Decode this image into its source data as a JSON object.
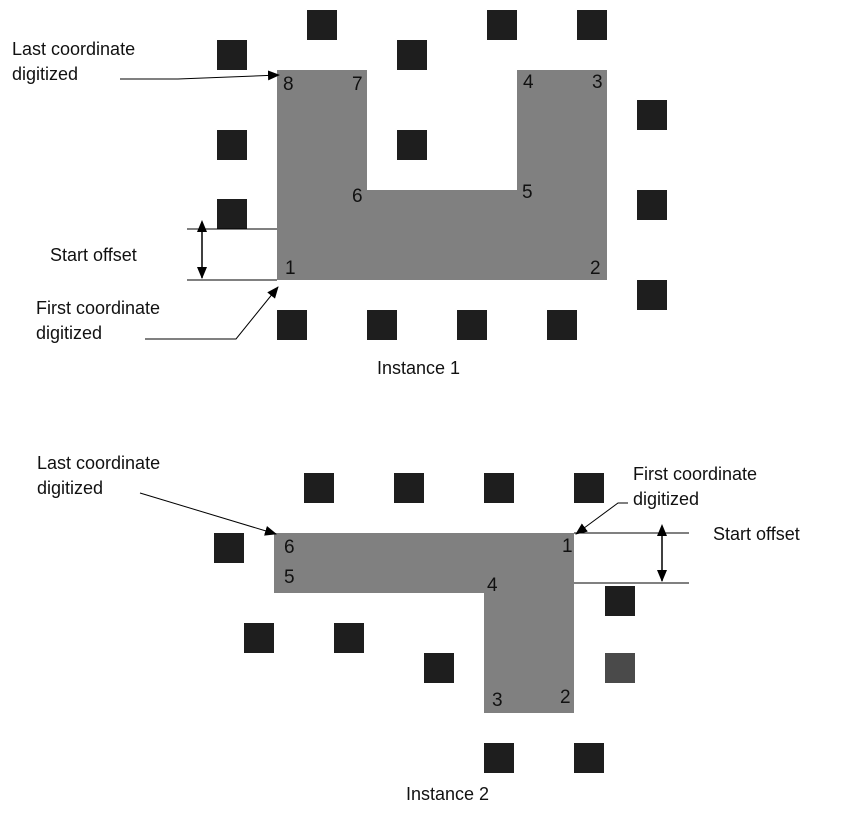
{
  "colors": {
    "shape_fill": "#808080",
    "block_fill": "#1e1e1e",
    "block_fill_alt": "#4a4a4a",
    "line": "#000000",
    "text": "#111111"
  },
  "instance1": {
    "caption": "Instance 1",
    "last_label_line1": "Last coordinate",
    "last_label_line2": "digitized",
    "first_label_line1": "First coordinate",
    "first_label_line2": "digitized",
    "offset_label": "Start offset",
    "vertices": [
      "1",
      "2",
      "3",
      "4",
      "5",
      "6",
      "7",
      "8"
    ]
  },
  "instance2": {
    "caption": "Instance 2",
    "last_label_line1": "Last coordinate",
    "last_label_line2": "digitized",
    "first_label_line1": "First coordinate",
    "first_label_line2": "digitized",
    "offset_label": "Start offset",
    "vertices": [
      "1",
      "2",
      "3",
      "4",
      "5",
      "6"
    ]
  }
}
